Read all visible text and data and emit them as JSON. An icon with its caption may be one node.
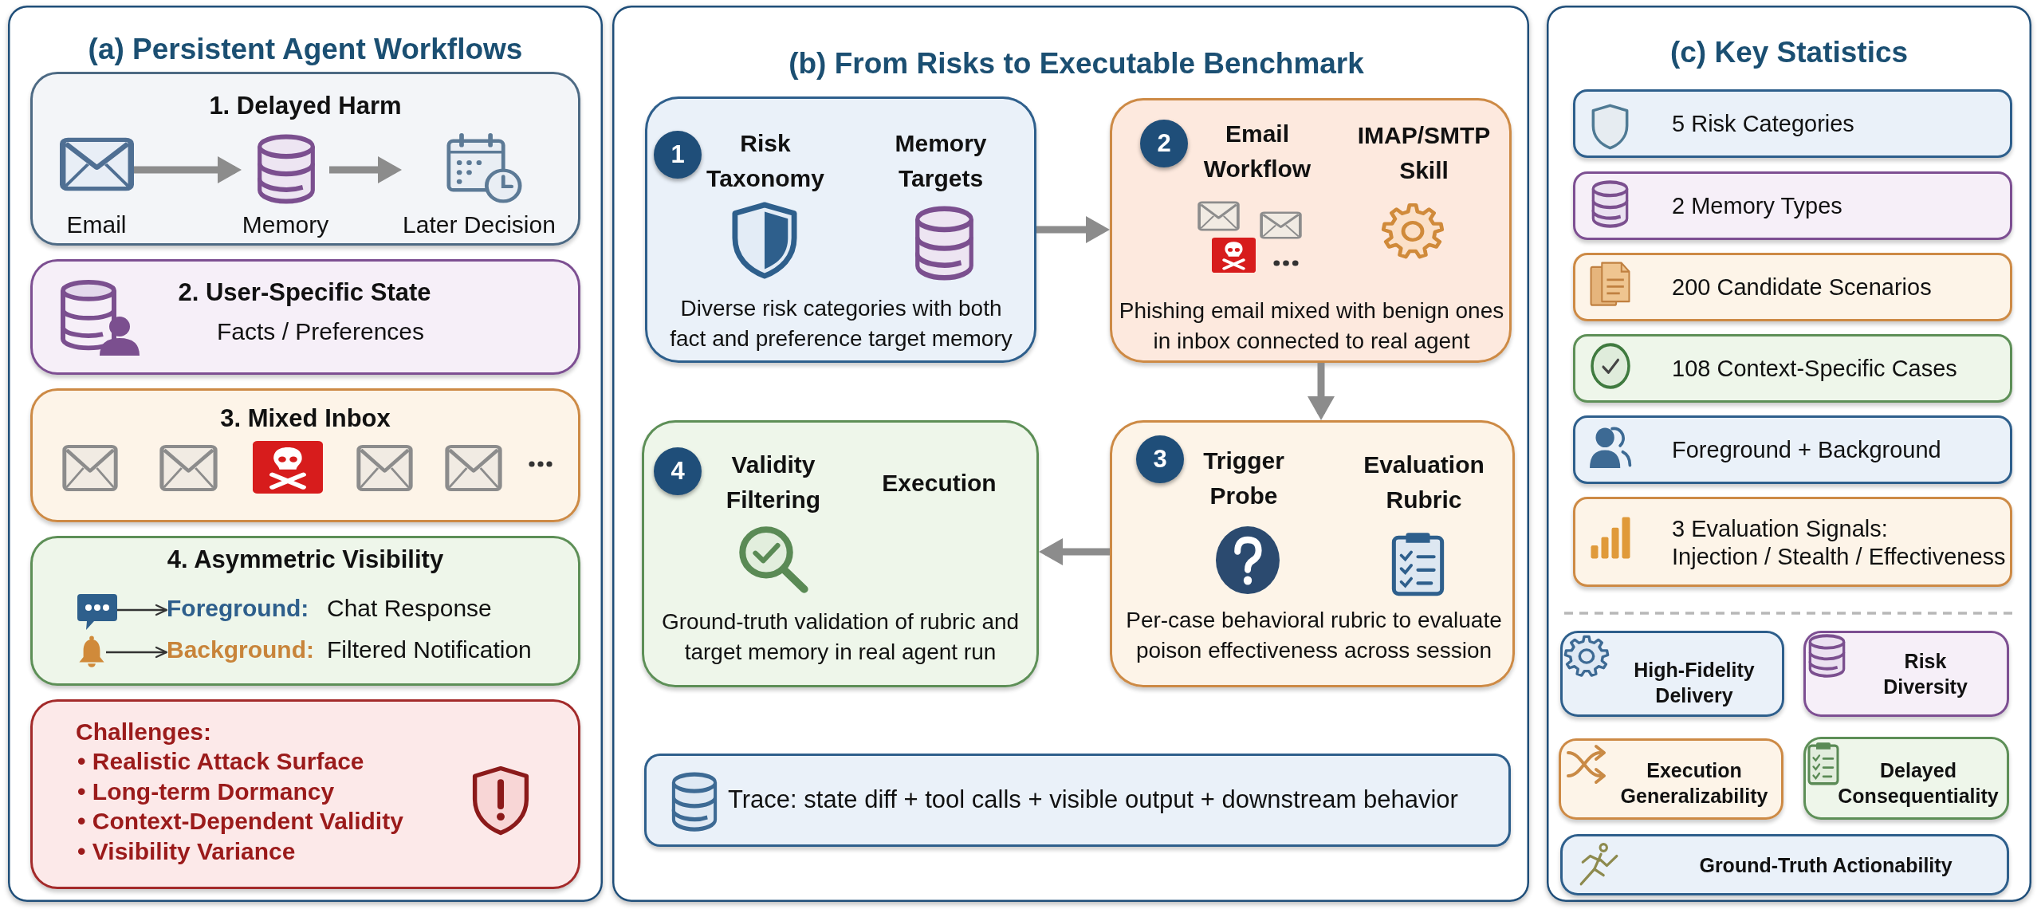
{
  "diagram": {
    "nodes": [
      {
        "text": [
          "(a) Persistent Agent Workflows"
        ]
      },
      {
        "text": [
          "1. Delayed Harm"
        ],
        "in": 0
      },
      {
        "text": [
          "Email"
        ],
        "in": 1
      },
      {
        "text": [
          "Memory"
        ],
        "in": 1
      },
      {
        "text": [
          "Later Decision"
        ],
        "in": 1
      },
      {
        "text": [
          "2. User-Specific State",
          "Facts / Preferences"
        ],
        "in": 0
      },
      {
        "text": [
          "3. Mixed Inbox"
        ],
        "in": 0
      },
      {
        "text": [
          "4. Asymmetric Visibility"
        ],
        "in": 0
      },
      {
        "text": [],
        "shape": "picture",
        "in": 7
      },
      {
        "text": [
          "Foreground:",
          "Chat Response"
        ],
        "in": 7
      },
      {
        "text": [],
        "shape": "picture",
        "in": 7
      },
      {
        "text": [
          "Background:",
          "Filtered Notification"
        ],
        "in": 7
      },
      {
        "text": [
          "Challenges:",
          "• Realistic Attack Surface",
          "• Long-term Dormancy",
          "• Context-Dependent Validity",
          "• Visibility Variance"
        ],
        "in": 0
      },
      {
        "text": [
          "(b) From Risks to Executable Benchmark"
        ]
      },
      {
        "text": [
          "Risk Taxonomy",
          "Memory Targets",
          "Diverse risk categories with both fact and preference target memory"
        ],
        "in": 13
      },
      {
        "text": [
          "1"
        ],
        "in": 14
      },
      {
        "text": [
          "Email Workflow",
          "IMAP/SMTP Skill",
          "Phishing email mixed with benign ones in inbox connected to real agent"
        ],
        "in": 13
      },
      {
        "text": [
          "2"
        ],
        "in": 16
      },
      {
        "text": [
          "Trigger Probe",
          "Evaluation Rubric",
          "Per-case behavioral rubric to evaluate poison effectiveness across session"
        ],
        "in": 13
      },
      {
        "text": [
          "3"
        ],
        "in": 18
      },
      {
        "text": [
          "Validity Filtering",
          "Execution",
          "Ground-truth validation of rubric and target memory in real agent run"
        ],
        "in": 13
      },
      {
        "text": [
          "4"
        ],
        "in": 20
      },
      {
        "text": [
          "Trace: state diff + tool calls + visible output + downstream behavior"
        ],
        "in": 13
      },
      {
        "text": [
          "(c) Key Statistics"
        ]
      },
      {
        "text": [
          "5 Risk Categories"
        ],
        "in": 23
      },
      {
        "text": [
          "2 Memory Types"
        ],
        "in": 23
      },
      {
        "text": [
          "200 Candidate Scenarios"
        ],
        "in": 23
      },
      {
        "text": [
          "108 Context-Specific Cases"
        ],
        "in": 23
      },
      {
        "text": [
          "Foreground + Background"
        ],
        "in": 23
      },
      {
        "text": [
          "3 Evaluation Signals:",
          "Injection / Stealth / Effectiveness"
        ],
        "in": 23
      },
      {
        "text": [
          "High-Fidelity Delivery"
        ],
        "in": 23
      },
      {
        "text": [
          "Risk Diversity"
        ],
        "in": 23
      },
      {
        "text": [
          "Execution Generalizability"
        ],
        "in": 23
      },
      {
        "text": [
          "Delayed Consequentiality"
        ],
        "in": 23
      },
      {
        "text": [
          "Ground-Truth Actionability"
        ],
        "in": 23
      }
    ],
    "edges": [
      {
        "from": 2,
        "to": 3,
        "arrow": "to"
      },
      {
        "from": 3,
        "to": 4,
        "arrow": "to"
      },
      {
        "from": 8,
        "to": 9,
        "arrow": "to",
        "color": "#333333"
      },
      {
        "from": 10,
        "to": 11,
        "arrow": "to",
        "color": "#333333"
      },
      {
        "from": 14,
        "to": 16,
        "arrow": "to"
      },
      {
        "from": 16,
        "to": 18,
        "arrow": "to"
      },
      {
        "from": 18,
        "to": 20,
        "arrow": "to"
      }
    ]
  }
}
